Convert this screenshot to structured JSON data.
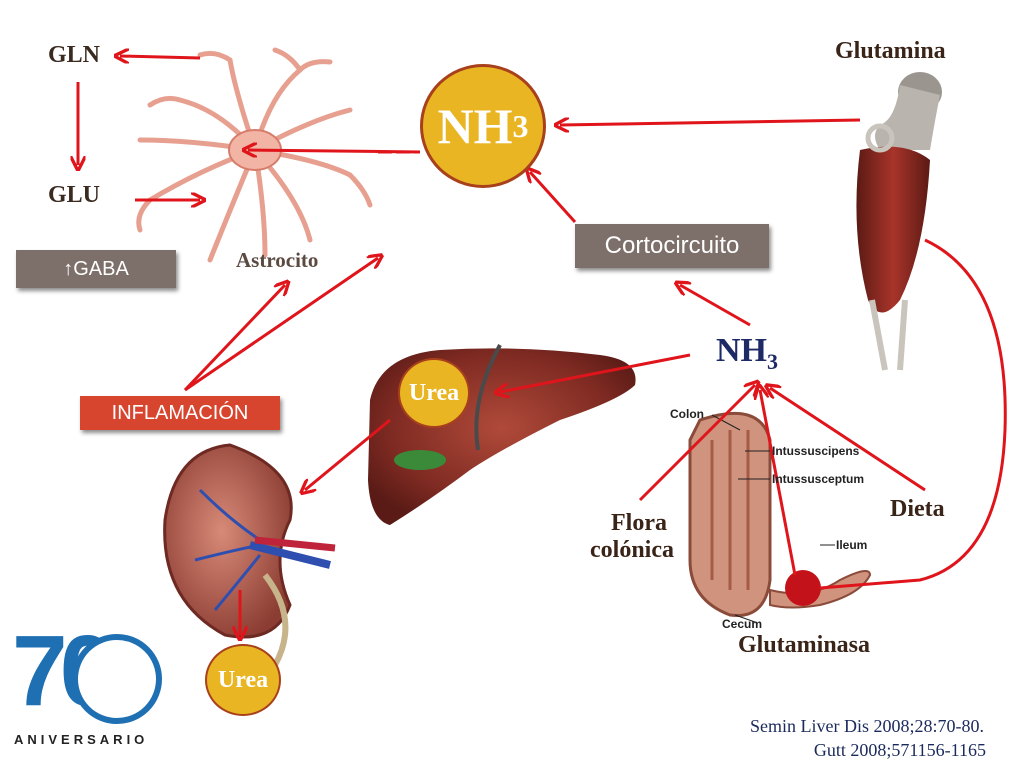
{
  "labels": {
    "gln": "GLN",
    "glu": "GLU",
    "astrocito": "Astrocito",
    "gaba": "↑GABA",
    "nh3_main": "NH",
    "nh3_main_sub": "3",
    "nh3_small": "NH",
    "nh3_small_sub": "3",
    "glutamina": "Glutamina",
    "cortocircuito": "Cortocircuito",
    "inflamacion": "INFLAMACIÓN",
    "urea_liver": "Urea",
    "urea_kidney": "Urea",
    "flora_line1": "Flora",
    "flora_line2": "colónica",
    "dieta": "Dieta",
    "glutaminasa": "Glutaminasa",
    "colon": "Colon",
    "intussuscipens": "Intussuscipens",
    "intussusceptum": "Intussusceptum",
    "ileum": "Ileum",
    "cecum": "Cecum"
  },
  "logo": {
    "number": "70",
    "text": "ANIVERSARIO"
  },
  "citations": {
    "line1": "Semin Liver Dis 2008;28:70-80.",
    "line2": "Gutt 2008;571156-1165"
  },
  "colors": {
    "arrow": "#e0151b",
    "circle_fill": "#e9b522",
    "circle_border": "#a8401c",
    "box_gray": "#7d6f6a",
    "box_red": "#d8452f",
    "logo_blue": "#1f6fb3"
  }
}
